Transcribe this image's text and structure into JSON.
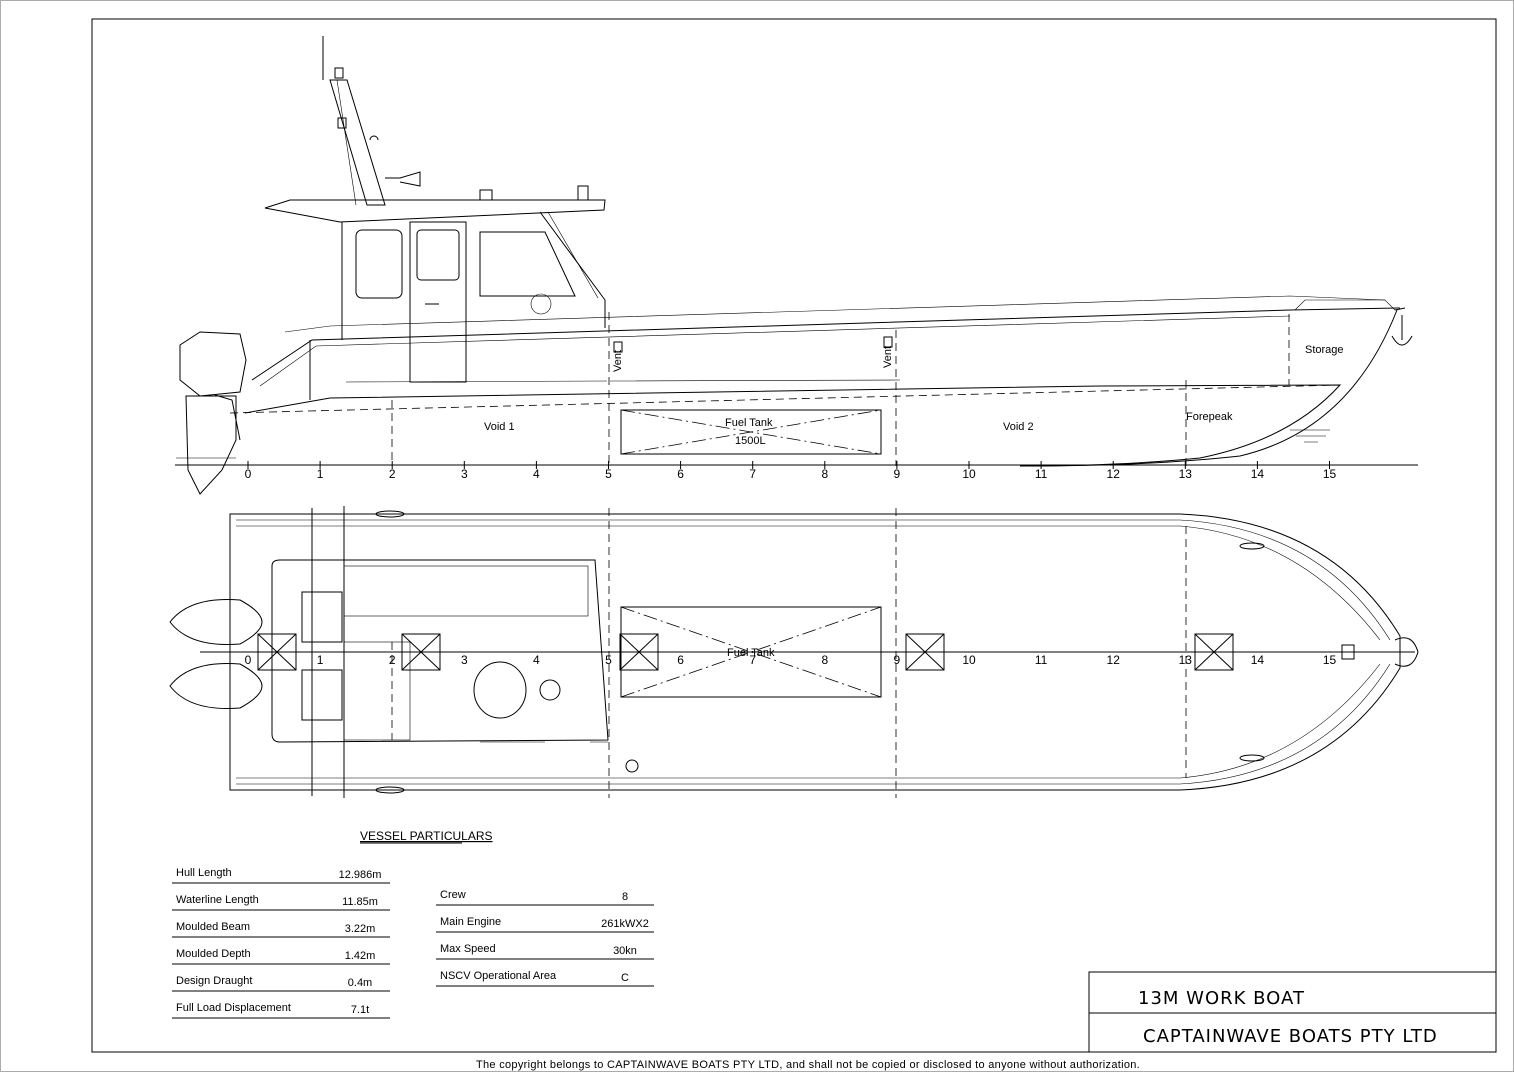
{
  "drawing": {
    "title": "13M WORK BOAT",
    "company": "CAPTAINWAVE BOATS PTY LTD",
    "copyright": "The copyright belongs to CAPTAINWAVE BOATS PTY LTD, and shall not be copied or disclosed to anyone without authorization."
  },
  "profile": {
    "compartments": [
      "Void 1",
      "Fuel Tank",
      "1500L",
      "Void 2",
      "Forepeak",
      "Storage"
    ],
    "vents": [
      "Vent",
      "Vent"
    ],
    "frames": [
      "0",
      "1",
      "2",
      "3",
      "4",
      "5",
      "6",
      "7",
      "8",
      "9",
      "10",
      "11",
      "12",
      "13",
      "14",
      "15"
    ]
  },
  "plan": {
    "fuel_tank_label": "Fuel Tank",
    "frames": [
      "0",
      "1",
      "2",
      "3",
      "4",
      "5",
      "6",
      "7",
      "8",
      "9",
      "10",
      "11",
      "12",
      "13",
      "14",
      "15"
    ]
  },
  "particulars": {
    "heading": "VESSEL PARTICULARS",
    "left": [
      {
        "label": "Hull Length",
        "value": "12.986m"
      },
      {
        "label": "Waterline Length",
        "value": "11.85m"
      },
      {
        "label": "Moulded Beam",
        "value": "3.22m"
      },
      {
        "label": "Moulded Depth",
        "value": "1.42m"
      },
      {
        "label": "Design Draught",
        "value": "0.4m"
      },
      {
        "label": "Full Load Displacement",
        "value": "7.1t"
      }
    ],
    "right": [
      {
        "label": "Crew",
        "value": "8"
      },
      {
        "label": "Main Engine",
        "value": "261kWX2"
      },
      {
        "label": "Max Speed",
        "value": "30kn"
      },
      {
        "label": "NSCV Operational Area",
        "value": "C"
      }
    ]
  }
}
